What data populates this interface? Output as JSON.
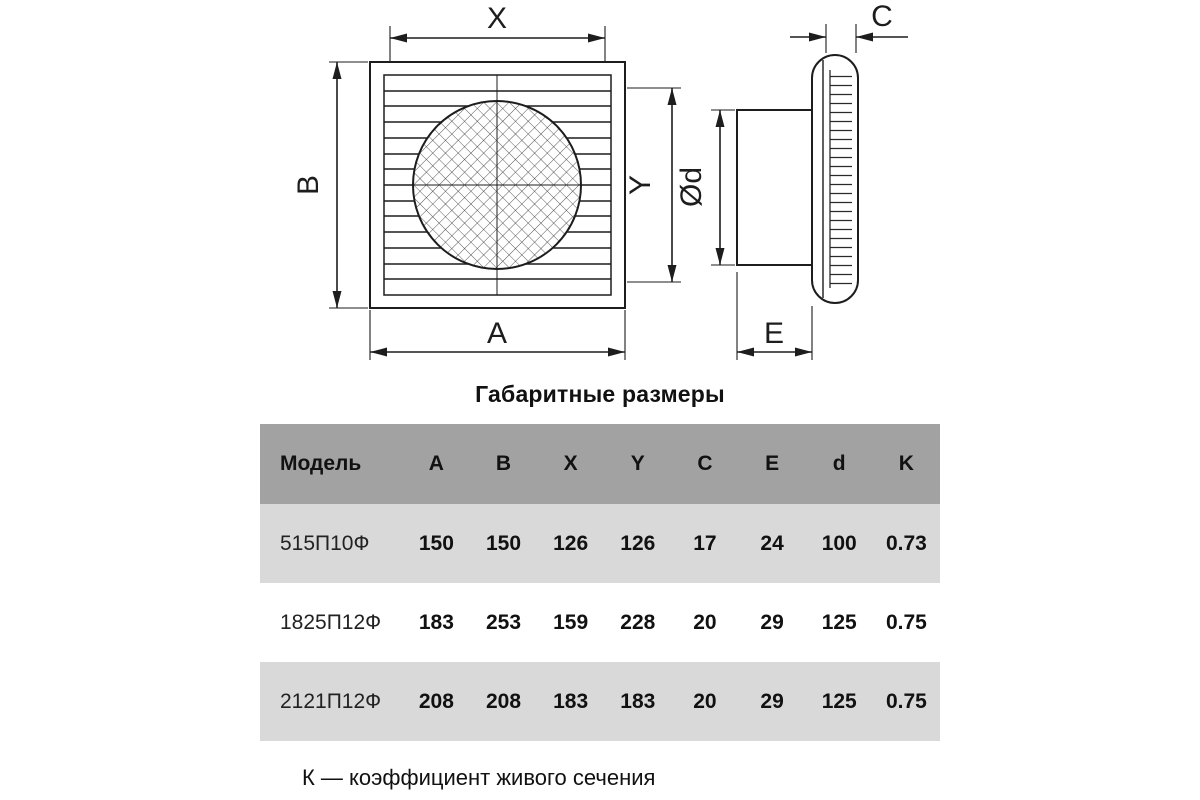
{
  "title": "Габаритные размеры",
  "footnote": "К — коэффициент живого сечения",
  "diagram": {
    "labels": {
      "x": "X",
      "b": "B",
      "a": "A",
      "y": "Y",
      "c": "C",
      "d": "Ød",
      "e": "E"
    }
  },
  "table": {
    "headers": [
      "Модель",
      "A",
      "B",
      "X",
      "Y",
      "C",
      "E",
      "d",
      "K"
    ],
    "rows": [
      [
        "515П10Ф",
        "150",
        "150",
        "126",
        "126",
        "17",
        "24",
        "100",
        "0.73"
      ],
      [
        "1825П12Ф",
        "183",
        "253",
        "159",
        "228",
        "20",
        "29",
        "125",
        "0.75"
      ],
      [
        "2121П12Ф",
        "208",
        "208",
        "183",
        "183",
        "20",
        "29",
        "125",
        "0.75"
      ]
    ]
  },
  "colors": {
    "line": "#1d1d1d",
    "table_header_bg": "#a2a2a2",
    "table_row_shaded_bg": "#d9d9d9"
  }
}
